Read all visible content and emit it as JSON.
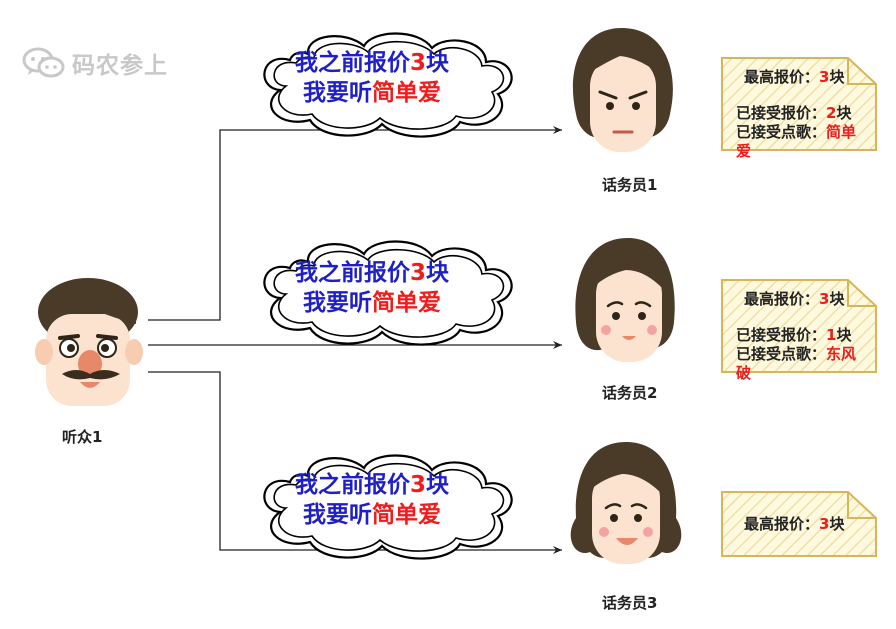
{
  "watermark": {
    "text": "码农参上",
    "icon": "wechat-icon"
  },
  "listener": {
    "label": "听众1"
  },
  "clouds": [
    {
      "prefix": "我之前报价",
      "price": "3",
      "unit": "块",
      "line2_prefix": "我要听",
      "song": "简单爱"
    },
    {
      "prefix": "我之前报价",
      "price": "3",
      "unit": "块",
      "line2_prefix": "我要听",
      "song": "简单爱"
    },
    {
      "prefix": "我之前报价",
      "price": "3",
      "unit": "块",
      "line2_prefix": "我要听",
      "song": "简单爱"
    }
  ],
  "operators": [
    {
      "label": "话务员1",
      "note": {
        "max_label": "最高报价：",
        "max_value": "3",
        "unit": "块",
        "acc_label": "已接受报价：",
        "acc_value": "2",
        "song_label": "已接受点歌：",
        "song_value": "简单爱"
      }
    },
    {
      "label": "话务员2",
      "note": {
        "max_label": "最高报价：",
        "max_value": "3",
        "unit": "块",
        "acc_label": "已接受报价：",
        "acc_value": "1",
        "song_label": "已接受点歌：",
        "song_value": "东风破"
      }
    },
    {
      "label": "话务员3",
      "note": {
        "max_label": "最高报价：",
        "max_value": "3",
        "unit": "块"
      }
    }
  ],
  "colors": {
    "text_blue": "#1f1fc8",
    "text_red": "#ee1c1c",
    "hair": "#4a3b29",
    "skin": "#fbe3cf",
    "nose": "#e8886a",
    "note_fill": "#fff8dc",
    "note_border": "#d6b656"
  }
}
